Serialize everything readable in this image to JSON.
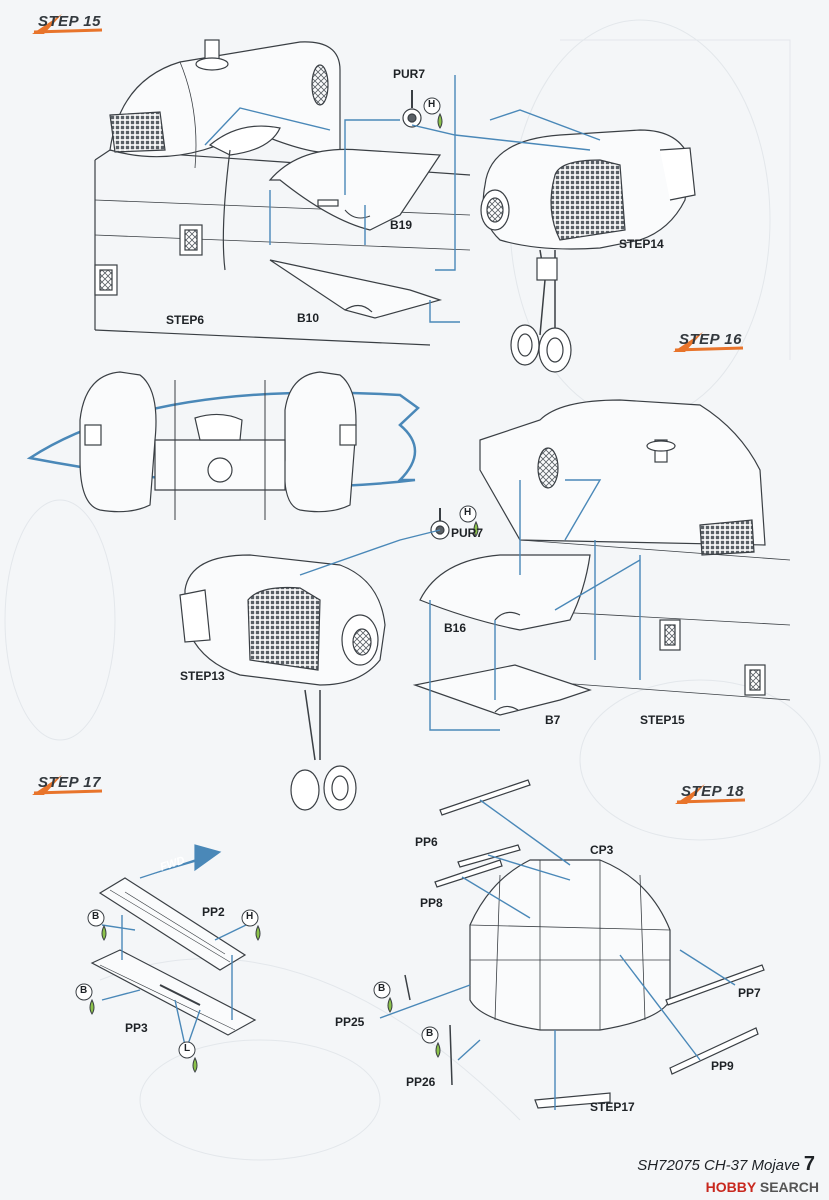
{
  "steps": [
    {
      "label": "STEP",
      "number": "15"
    },
    {
      "label": "STEP",
      "number": "16"
    },
    {
      "label": "STEP",
      "number": "17"
    },
    {
      "label": "STEP",
      "number": "18"
    }
  ],
  "parts": {
    "pur7": "PUR7",
    "b19": "B19",
    "b10": "B10",
    "b16": "B16",
    "b7": "B7",
    "pp2": "PP2",
    "pp3": "PP3",
    "pp6": "PP6",
    "pp8": "PP8",
    "cp3": "CP3",
    "pp7": "PP7",
    "pp9": "PP9",
    "pp25": "PP25",
    "pp26": "PP26"
  },
  "references": {
    "step14": "STEP14",
    "step6": "STEP6",
    "step13": "STEP13",
    "step15": "STEP15",
    "step17": "STEP17"
  },
  "markers": {
    "h": "H",
    "b": "B",
    "l": "L"
  },
  "fwd": "FWD",
  "footer": {
    "code": "SH72075 CH-37 Mojave",
    "page": "7"
  },
  "watermark": {
    "brand": "HOBBY",
    "suffix": "SEARCH"
  },
  "colors": {
    "accent": "#e8742b",
    "leader": "#4a88b8",
    "line": "#3a3f44",
    "glue": "#8cc24a"
  }
}
